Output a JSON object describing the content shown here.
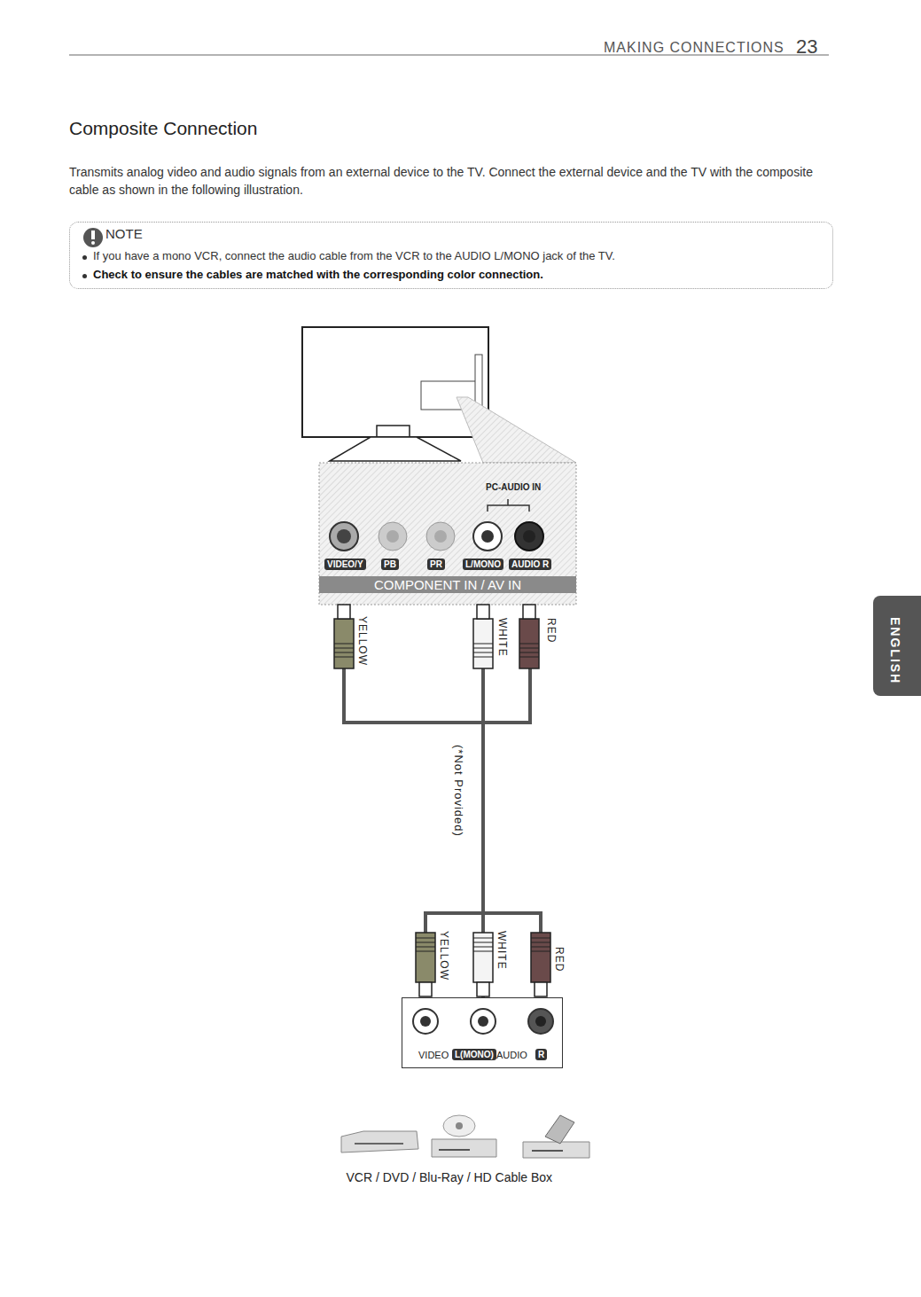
{
  "diagram": {
    "title": "Composite Connection",
    "caption": "VCR / DVD / Blu-Ray / HD Cable Box",
    "nodes": [
      {
        "text": [
          "NOTE",
          "If you have a mono VCR, connect the audio cable from the VCR to the AUDIO L/MONO jack of the TV.",
          "Check to ensure the cables are matched with the corresponding color connection."
        ]
      },
      {
        "text": [
          "PC-AUDIO IN",
          "VIDEO/Y",
          "PB",
          "PR",
          "L/MONO",
          "AUDIO R",
          "COMPONENT IN / AV IN"
        ]
      },
      {
        "text": [
          "VIDEO",
          "L(MONO)",
          "AUDIO",
          "R"
        ]
      },
      {
        "text": [
          "ENGLISH"
        ]
      }
    ],
    "edges": [
      {
        "from": 2,
        "to": 1,
        "arrow": "none",
        "label": "(*Not Provided)"
      }
    ],
    "labels": [
      "MAKING CONNECTIONS",
      "23",
      "Transmits analog video and audio signals from an external device to the TV. Connect the external device and the TV with the composite cable as shown in the following illustration.",
      "YELLOW",
      "WHITE",
      "RED",
      "YELLOW",
      "WHITE",
      "RED"
    ]
  }
}
